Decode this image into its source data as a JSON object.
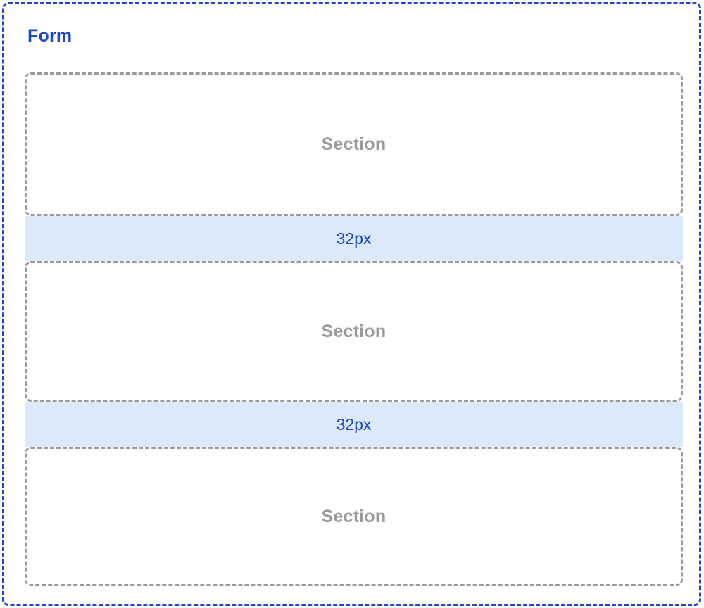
{
  "meta": {
    "background_color": "#FFFFFF",
    "accent_blue": "#1A48C8",
    "spacer_fill": "#DBE9FB",
    "section_gray": "#9A9A9A"
  },
  "form": {
    "title": "Form",
    "border_style": "dashed",
    "border_color": "#1A48C8",
    "stack": [
      {
        "type": "section",
        "label": "Section"
      },
      {
        "type": "spacer",
        "label": "32px",
        "value": 32,
        "unit": "px"
      },
      {
        "type": "section",
        "label": "Section"
      },
      {
        "type": "spacer",
        "label": "32px",
        "value": 32,
        "unit": "px"
      },
      {
        "type": "section",
        "label": "Section"
      }
    ]
  }
}
